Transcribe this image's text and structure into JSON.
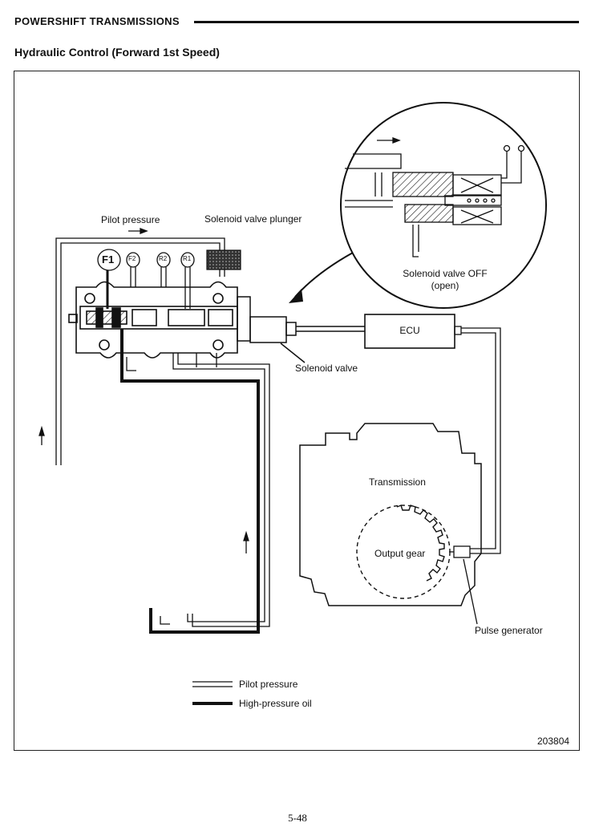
{
  "header": {
    "section": "POWERSHIFT  TRANSMISSIONS"
  },
  "title": "Hydraulic Control (Forward 1st Speed)",
  "labels": {
    "pilot_pressure_top": "Pilot pressure",
    "solenoid_valve_plunger": "Solenoid valve plunger",
    "solenoid_valve_off": "Solenoid valve OFF",
    "solenoid_valve_open": "(open)",
    "ecu": "ECU",
    "solenoid_valve": "Solenoid valve",
    "transmission": "Transmission",
    "output_gear": "Output gear",
    "pulse_generator": "Pulse generator",
    "figure_number": "203804"
  },
  "ports": {
    "f1": "F1",
    "f2": "F2",
    "r2": "R2",
    "r1": "R1"
  },
  "legend": [
    {
      "style": "double-line",
      "label": "Pilot pressure"
    },
    {
      "style": "heavy-line",
      "label": "High-pressure oil"
    }
  ],
  "page_number": "5-48"
}
